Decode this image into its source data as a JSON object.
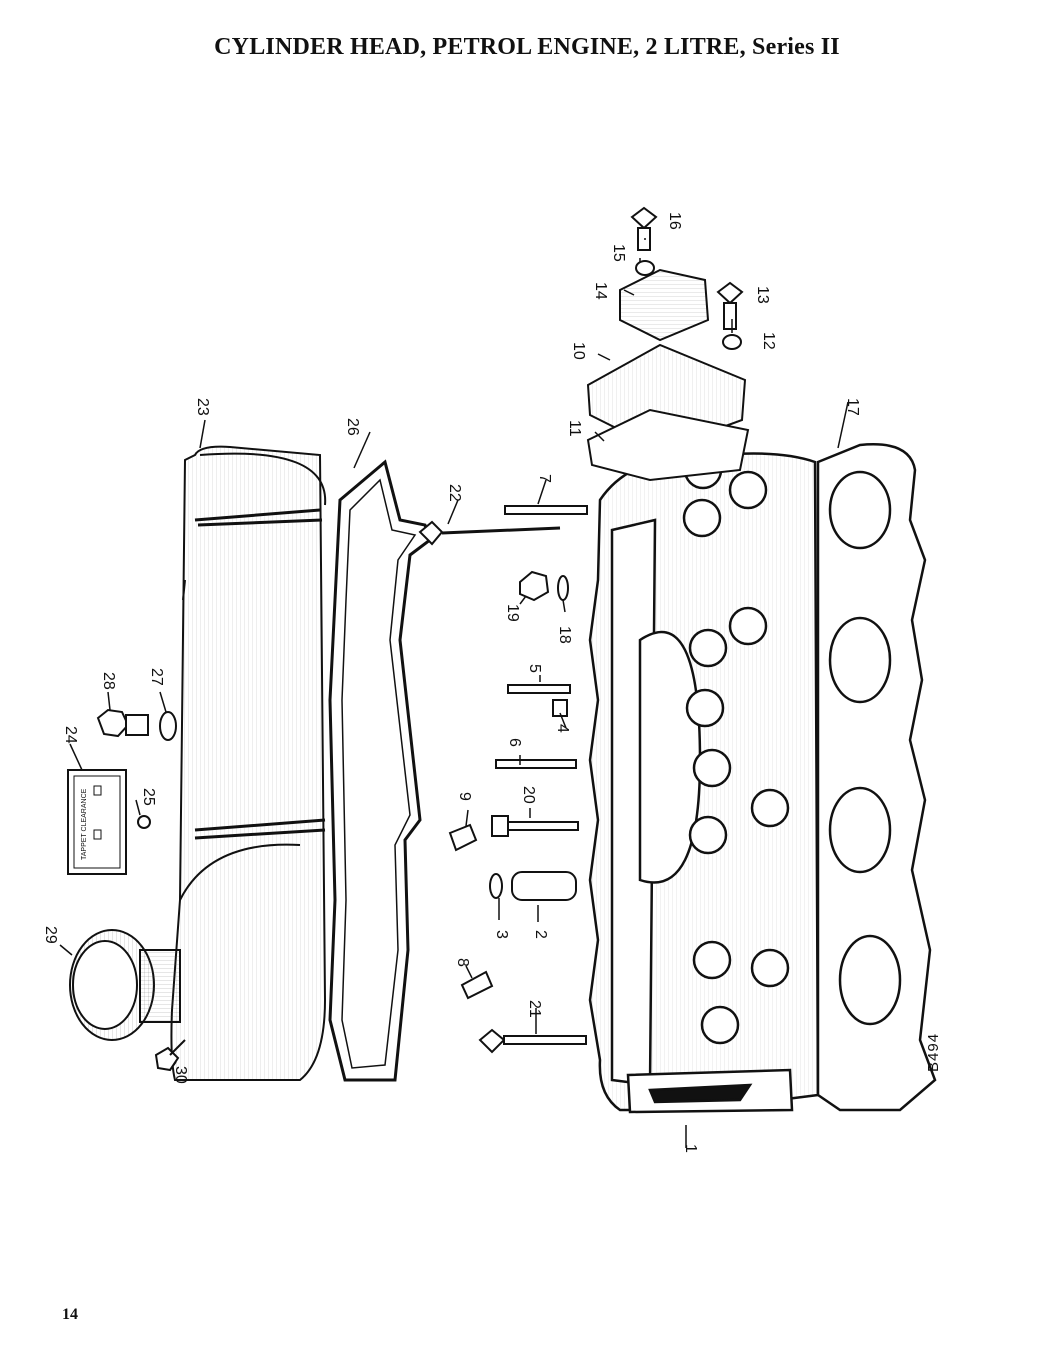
{
  "page": {
    "title": "CYLINDER HEAD, PETROL ENGINE, 2 LITRE, Series II",
    "page_number": "14"
  },
  "diagram": {
    "reference": "B494",
    "plate_text": "TAPPET CLEARANCE",
    "callouts": {
      "c1": "1",
      "c2": "2",
      "c3": "3",
      "c4": "4",
      "c5": "5",
      "c6": "6",
      "c7": "7",
      "c8": "8",
      "c9": "9",
      "c10": "10",
      "c11": "11",
      "c12": "12",
      "c13": "13",
      "c14": "14",
      "c15": "15",
      "c16": "16",
      "c17": "17",
      "c18": "18",
      "c19": "19",
      "c20": "20",
      "c21": "21",
      "c22": "22",
      "c23": "23",
      "c24": "24",
      "c25": "25",
      "c26": "26",
      "c27": "27",
      "c28": "28",
      "c29": "29",
      "c30": "30"
    }
  }
}
